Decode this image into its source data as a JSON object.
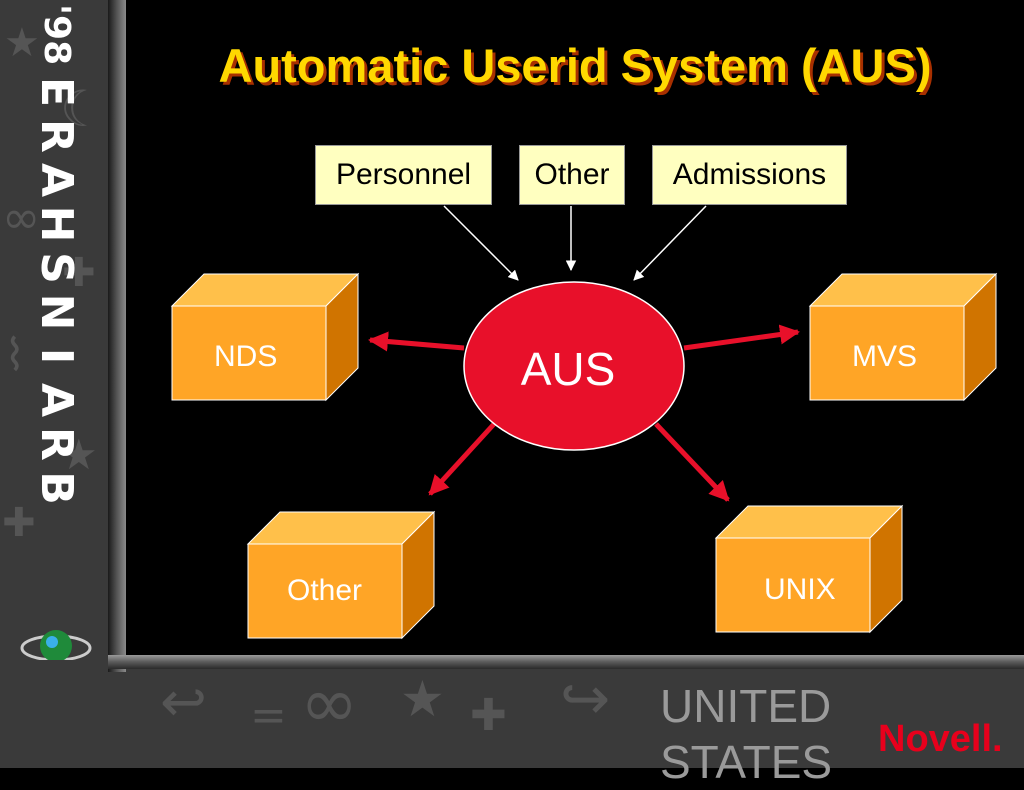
{
  "slide": {
    "title": "Automatic Userid System (AUS)",
    "brand_letters": [
      "B",
      "R",
      "A",
      "I",
      "N",
      "S",
      "H",
      "A",
      "R",
      "E"
    ],
    "brand_year": "'98",
    "footer_text": "UNITED STATES",
    "footer_line1": "UNITED",
    "footer_line2": "STATES",
    "logo_text": "Novell.",
    "colors": {
      "background": "#000000",
      "title": "#ffd800",
      "title_shadow": "#a83000",
      "source_box": "#ffffc0",
      "hub": "#e8102a",
      "target_box": "#ffa526",
      "arrow": "#e8102a",
      "logo": "#e8001c"
    }
  },
  "diagram": {
    "sources": [
      "Personnel",
      "Other",
      "Admissions"
    ],
    "hub": "AUS",
    "targets": [
      "NDS",
      "MVS",
      "Other",
      "UNIX"
    ]
  }
}
